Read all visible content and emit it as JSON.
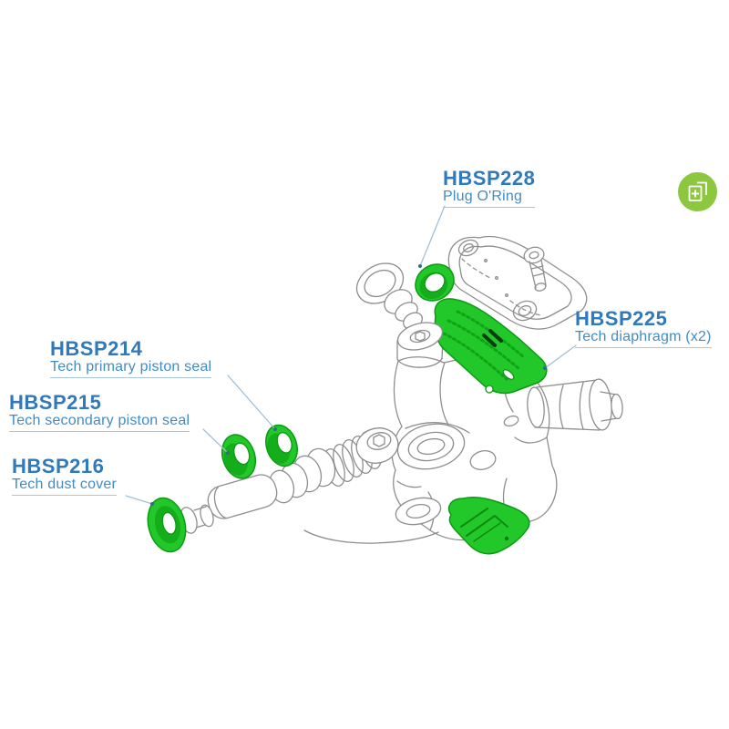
{
  "part_labels": [
    {
      "part_number": "HBSP228",
      "description": "Plug O'Ring"
    },
    {
      "part_number": "HBSP225",
      "description": "Tech diaphragm (x2)"
    },
    {
      "part_number": "HBSP214",
      "description": "Tech primary piston seal"
    },
    {
      "part_number": "HBSP215",
      "description": "Tech secondary piston seal"
    },
    {
      "part_number": "HBSP216",
      "description": "Tech dust cover"
    }
  ],
  "controls": {
    "zoom_button_icon": "zoom-expand-icon"
  },
  "colors": {
    "highlight_green": "#22c82a",
    "highlight_green_dark": "#0c9a12",
    "label_blue": "#3079ba",
    "leader_line_blue": "#a3c0d6",
    "line_art_gray": "#8e8e8e",
    "zoom_icon_green": "#8dc63f"
  }
}
